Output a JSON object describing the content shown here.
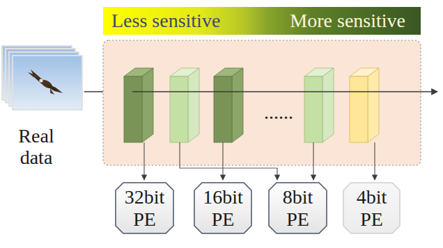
{
  "diagram": {
    "nodes": [
      {
        "text": [
          "Less sensitive",
          "More sensitive"
        ]
      },
      {
        "text": [
          "32bit PE"
        ]
      },
      {
        "text": [
          "16bit PE"
        ]
      },
      {
        "text": [
          "8bit PE"
        ]
      },
      {
        "text": [
          "4bit PE"
        ]
      }
    ],
    "labels": [
      "Real data",
      "......"
    ]
  }
}
